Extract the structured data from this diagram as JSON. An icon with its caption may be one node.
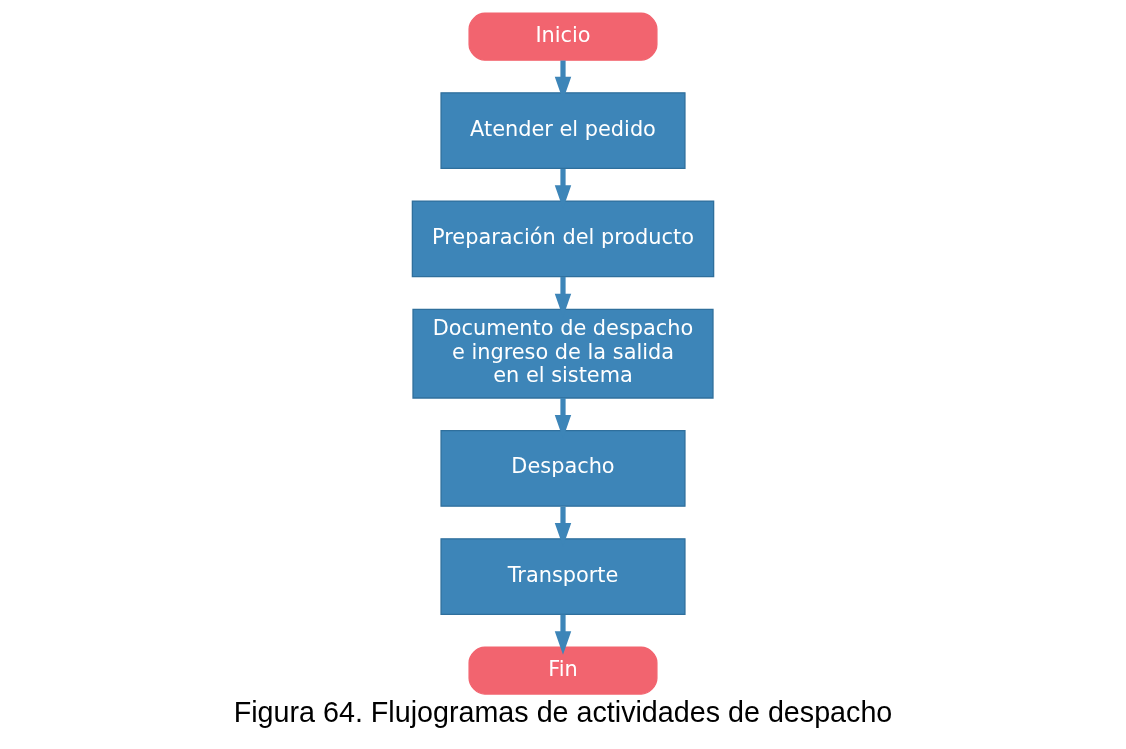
{
  "diagram": {
    "caption": "Figura 64. Flujogramas de actividades de despacho",
    "nodes": [
      {
        "text": [
          "Inicio"
        ]
      },
      {
        "text": [
          "Atender el pedido"
        ]
      },
      {
        "text": [
          "Preparación del producto"
        ]
      },
      {
        "text": [
          "Documento de despacho e ingreso de la salida en el sistema"
        ]
      },
      {
        "text": [
          "Despacho"
        ]
      },
      {
        "text": [
          "Transporte"
        ]
      },
      {
        "text": [
          "Fin"
        ]
      }
    ],
    "edges": [
      {
        "from": 0,
        "to": 1,
        "arrow": "to"
      },
      {
        "from": 1,
        "to": 2,
        "arrow": "to"
      },
      {
        "from": 2,
        "to": 3,
        "arrow": "to"
      },
      {
        "from": 3,
        "to": 4,
        "arrow": "to"
      },
      {
        "from": 4,
        "to": 5,
        "arrow": "to"
      },
      {
        "from": 5,
        "to": 6,
        "arrow": "to"
      }
    ]
  }
}
